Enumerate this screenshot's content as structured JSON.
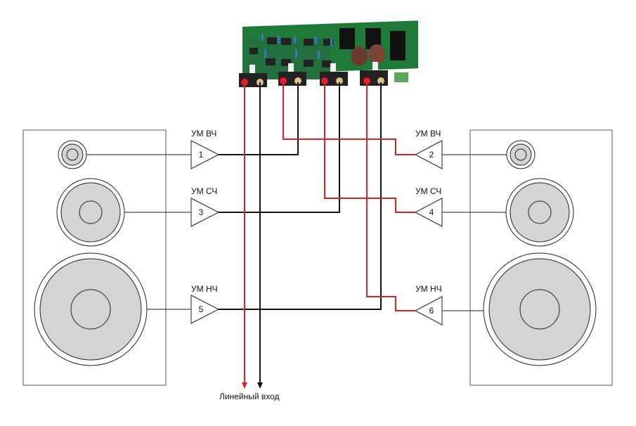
{
  "amplifiers": [
    {
      "label": "УМ ВЧ",
      "number": "1"
    },
    {
      "label": "УМ ВЧ",
      "number": "2"
    },
    {
      "label": "УМ СЧ",
      "number": "3"
    },
    {
      "label": "УМ СЧ",
      "number": "4"
    },
    {
      "label": "УМ НЧ",
      "number": "5"
    },
    {
      "label": "УМ НЧ",
      "number": "6"
    }
  ],
  "input_label": "Линейный вход",
  "colors": {
    "signal_wire": "#e31e24",
    "ground_wire": "#111111",
    "speaker_fill": "#d4d4d4",
    "pcb": "#1f7a3a"
  }
}
